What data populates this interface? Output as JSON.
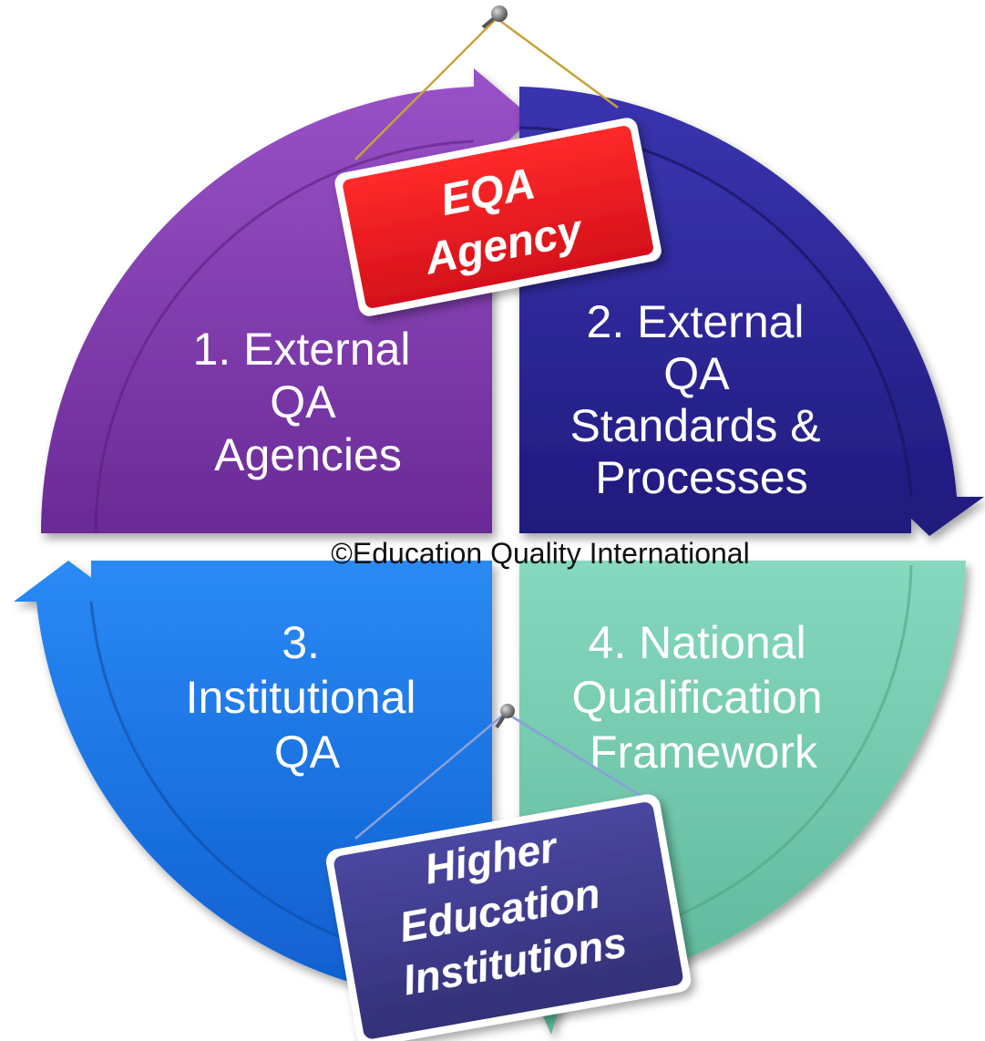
{
  "quadrants": [
    {
      "lines": [
        "1. External",
        "QA",
        "Agencies"
      ],
      "color": "#7b36a6"
    },
    {
      "lines": [
        "2. External",
        "QA",
        "Standards &",
        "Processes"
      ],
      "color": "#2a2592"
    },
    {
      "lines": [
        "3.",
        "Institutional",
        "QA"
      ],
      "color": "#1672e6"
    },
    {
      "lines": [
        "4. National",
        "Qualification",
        "Framework"
      ],
      "color": "#6fc9ad"
    }
  ],
  "top_sign": {
    "lines": [
      "EQA",
      "Agency"
    ],
    "color": "#ee1c24"
  },
  "bottom_sign": {
    "lines": [
      "Higher",
      "Education",
      "Institutions"
    ],
    "color": "#3d3a8c"
  },
  "copyright": "©Education Quality International"
}
